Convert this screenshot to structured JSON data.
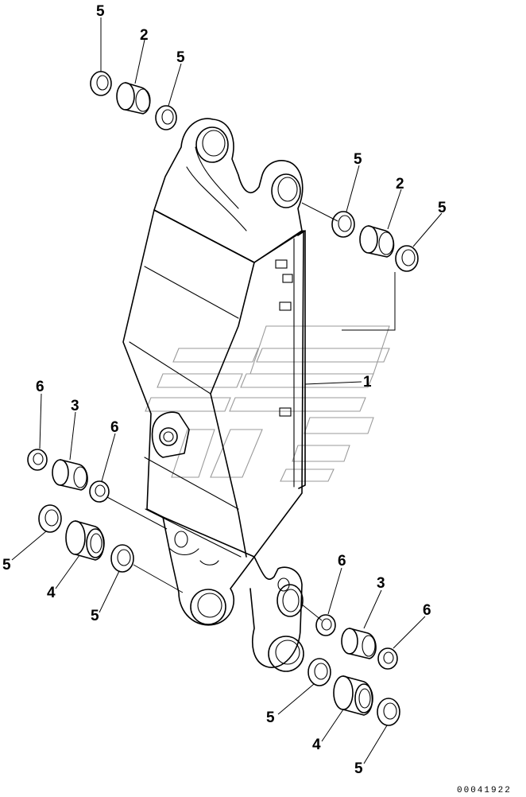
{
  "diagram": {
    "drawing_number": "00041922",
    "callouts": {
      "c1": "1",
      "c2a": "2",
      "c2b": "2",
      "c3a": "3",
      "c3b": "3",
      "c4a": "4",
      "c4b": "4",
      "c5a": "5",
      "c5b": "5",
      "c5c": "5",
      "c5d": "5",
      "c5e": "5",
      "c5f": "5",
      "c5g": "5",
      "c5h": "5",
      "c6a": "6",
      "c6b": "6",
      "c6c": "6",
      "c6d": "6"
    }
  }
}
